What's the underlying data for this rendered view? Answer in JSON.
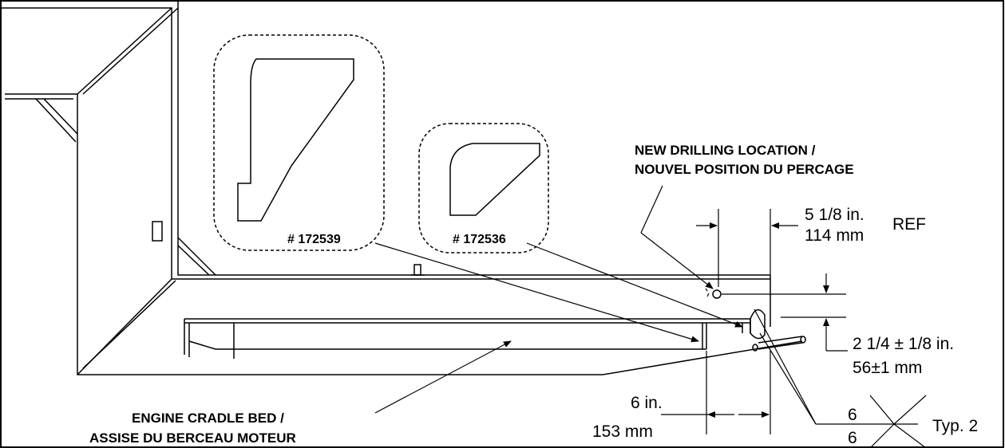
{
  "labels": {
    "drilling_line1": "NEW DRILLING LOCATION /",
    "drilling_line2": "NOUVEL POSITION DU PERCAGE",
    "cradle_line1": "ENGINE CRADLE BED /",
    "cradle_line2": "ASSISE DU BERCEAU MOTEUR"
  },
  "parts": {
    "part_a": "# 172539",
    "part_b": "# 172536"
  },
  "dimensions": {
    "horiz_ref_in": "5 1/8 in.",
    "horiz_ref_mm": "114 mm",
    "ref": "REF",
    "vert_in": "2 1/4 ± 1/8 in.",
    "vert_mm": "56±1 mm",
    "bottom_in": "6 in.",
    "bottom_mm": "153 mm"
  },
  "weld": {
    "top": "6",
    "bottom": "6",
    "note": "Typ. 2"
  },
  "colors": {
    "line": "#000000",
    "background": "#ffffff"
  }
}
